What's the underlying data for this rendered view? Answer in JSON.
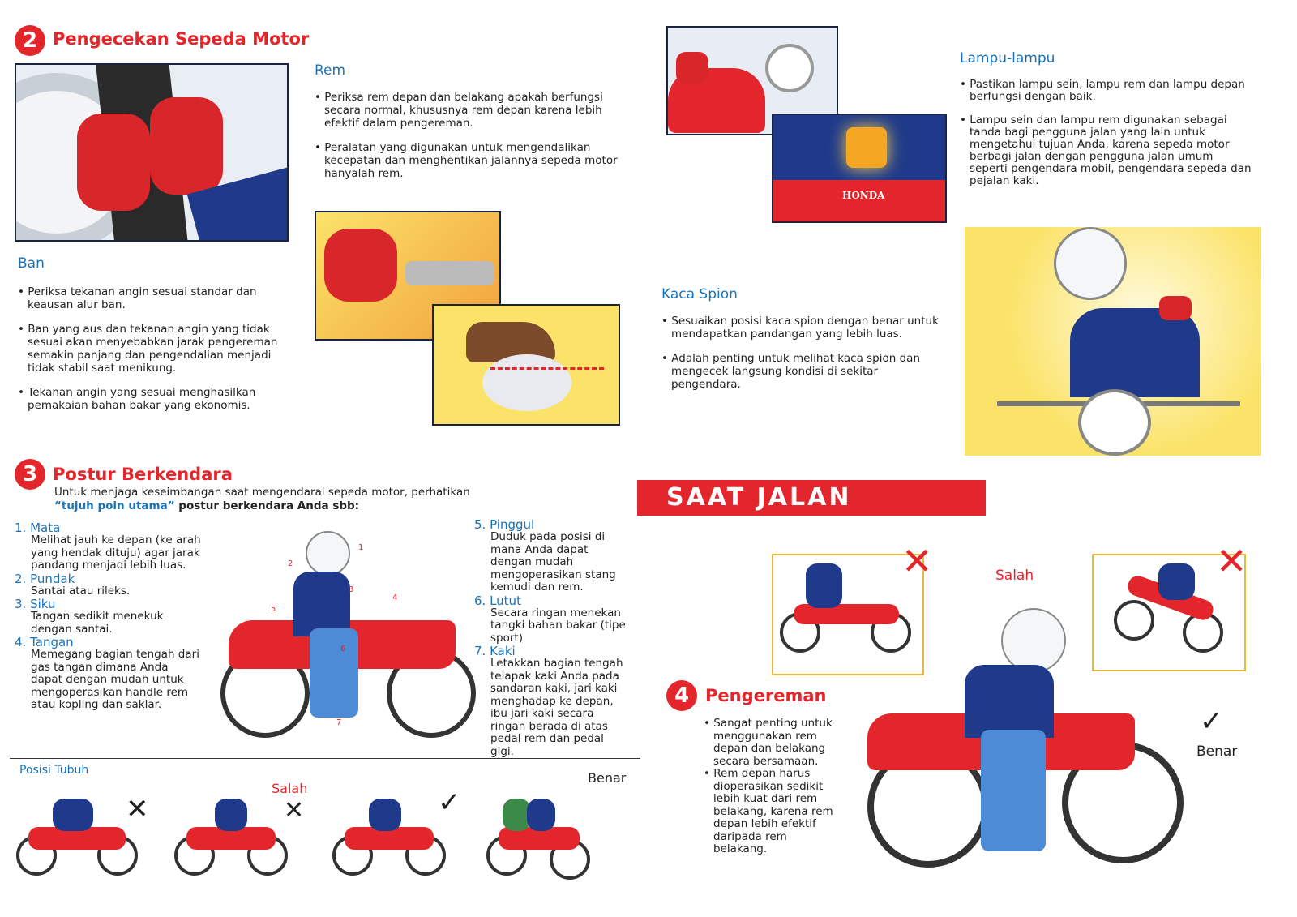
{
  "section2": {
    "number": "2",
    "title": "Pengecekan Sepeda Motor",
    "ban": {
      "heading": "Ban",
      "bullets": [
        "Periksa tekanan angin sesuai standar dan keausan alur ban.",
        "Ban yang aus dan tekanan angin yang tidak sesuai akan menyebabkan jarak pengereman semakin panjang dan pengendalian menjadi tidak stabil saat menikung.",
        "Tekanan angin yang sesuai menghasilkan pemakaian bahan bakar yang ekonomis."
      ]
    },
    "rem": {
      "heading": "Rem",
      "bullets": [
        "Periksa rem depan dan belakang apakah berfungsi secara normal, khususnya rem depan karena lebih efektif dalam pengereman.",
        "Peralatan yang digunakan untuk mengendalikan kecepatan dan menghentikan jalannya sepeda motor hanyalah rem."
      ]
    },
    "lampu": {
      "heading": "Lampu-lampu",
      "bullets": [
        "Pastikan lampu sein, lampu rem dan lampu depan berfungsi dengan baik.",
        "Lampu sein dan lampu rem digunakan sebagai tanda bagi pengguna jalan yang lain untuk mengetahui tujuan Anda, karena sepeda motor berbagi jalan dengan pengguna jalan umum seperti pengendara mobil, pengendara sepeda dan pejalan kaki."
      ],
      "logo": "HONDA"
    },
    "spion": {
      "heading": "Kaca Spion",
      "bullets": [
        "Sesuaikan posisi kaca spion dengan benar untuk mendapatkan pandangan yang lebih luas.",
        "Adalah penting untuk melihat kaca spion dan mengecek langsung kondisi di sekitar pengendara."
      ]
    }
  },
  "banner": "SAAT JALAN",
  "section3": {
    "number": "3",
    "title": "Postur Berkendara",
    "intro": "Untuk menjaga keseimbangan saat mengendarai sepeda motor, perhatikan",
    "intro_highlight": "“tujuh poin utama”",
    "intro_rest": " postur berkendara Anda sbb:",
    "items": [
      {
        "label": "1. Mata",
        "text": "Melihat jauh ke depan (ke arah yang hendak dituju) agar jarak pandang menjadi lebih luas."
      },
      {
        "label": "2. Pundak",
        "text": "Santai atau rileks."
      },
      {
        "label": "3. Siku",
        "text": "Tangan sedikit menekuk dengan santai."
      },
      {
        "label": "4. Tangan",
        "text": "Memegang bagian tengah dari gas tangan dimana Anda dapat dengan mudah untuk mengoperasikan handle rem atau kopling dan saklar."
      },
      {
        "label": "5. Pinggul",
        "text": "Duduk pada posisi di mana Anda dapat dengan mudah mengoperasikan stang kemudi dan rem."
      },
      {
        "label": "6. Lutut",
        "text": "Secara ringan menekan tangki bahan bakar (tipe sport)"
      },
      {
        "label": "7. Kaki",
        "text": "Letakkan bagian tengah telapak kaki Anda pada sandaran kaki, jari kaki menghadap ke depan, ibu jari kaki secara ringan berada di atas pedal rem dan pedal gigi."
      }
    ],
    "markers": [
      "1",
      "2",
      "3",
      "4",
      "5",
      "6",
      "7"
    ],
    "posisi": {
      "heading": "Posisi Tubuh",
      "wrong": "Salah",
      "right": "Benar"
    }
  },
  "section4": {
    "number": "4",
    "title": "Pengereman",
    "bullets": [
      "Sangat penting untuk menggunakan rem depan dan belakang secara bersamaan.",
      "Rem depan harus dioperasikan sedikit lebih kuat dari rem belakang, karena rem depan lebih efektif daripada rem belakang."
    ],
    "wrong": "Salah",
    "right": "Benar"
  },
  "colors": {
    "accent": "#e3262b",
    "heading": "#1a73b8",
    "frame": "#e8b83a"
  }
}
